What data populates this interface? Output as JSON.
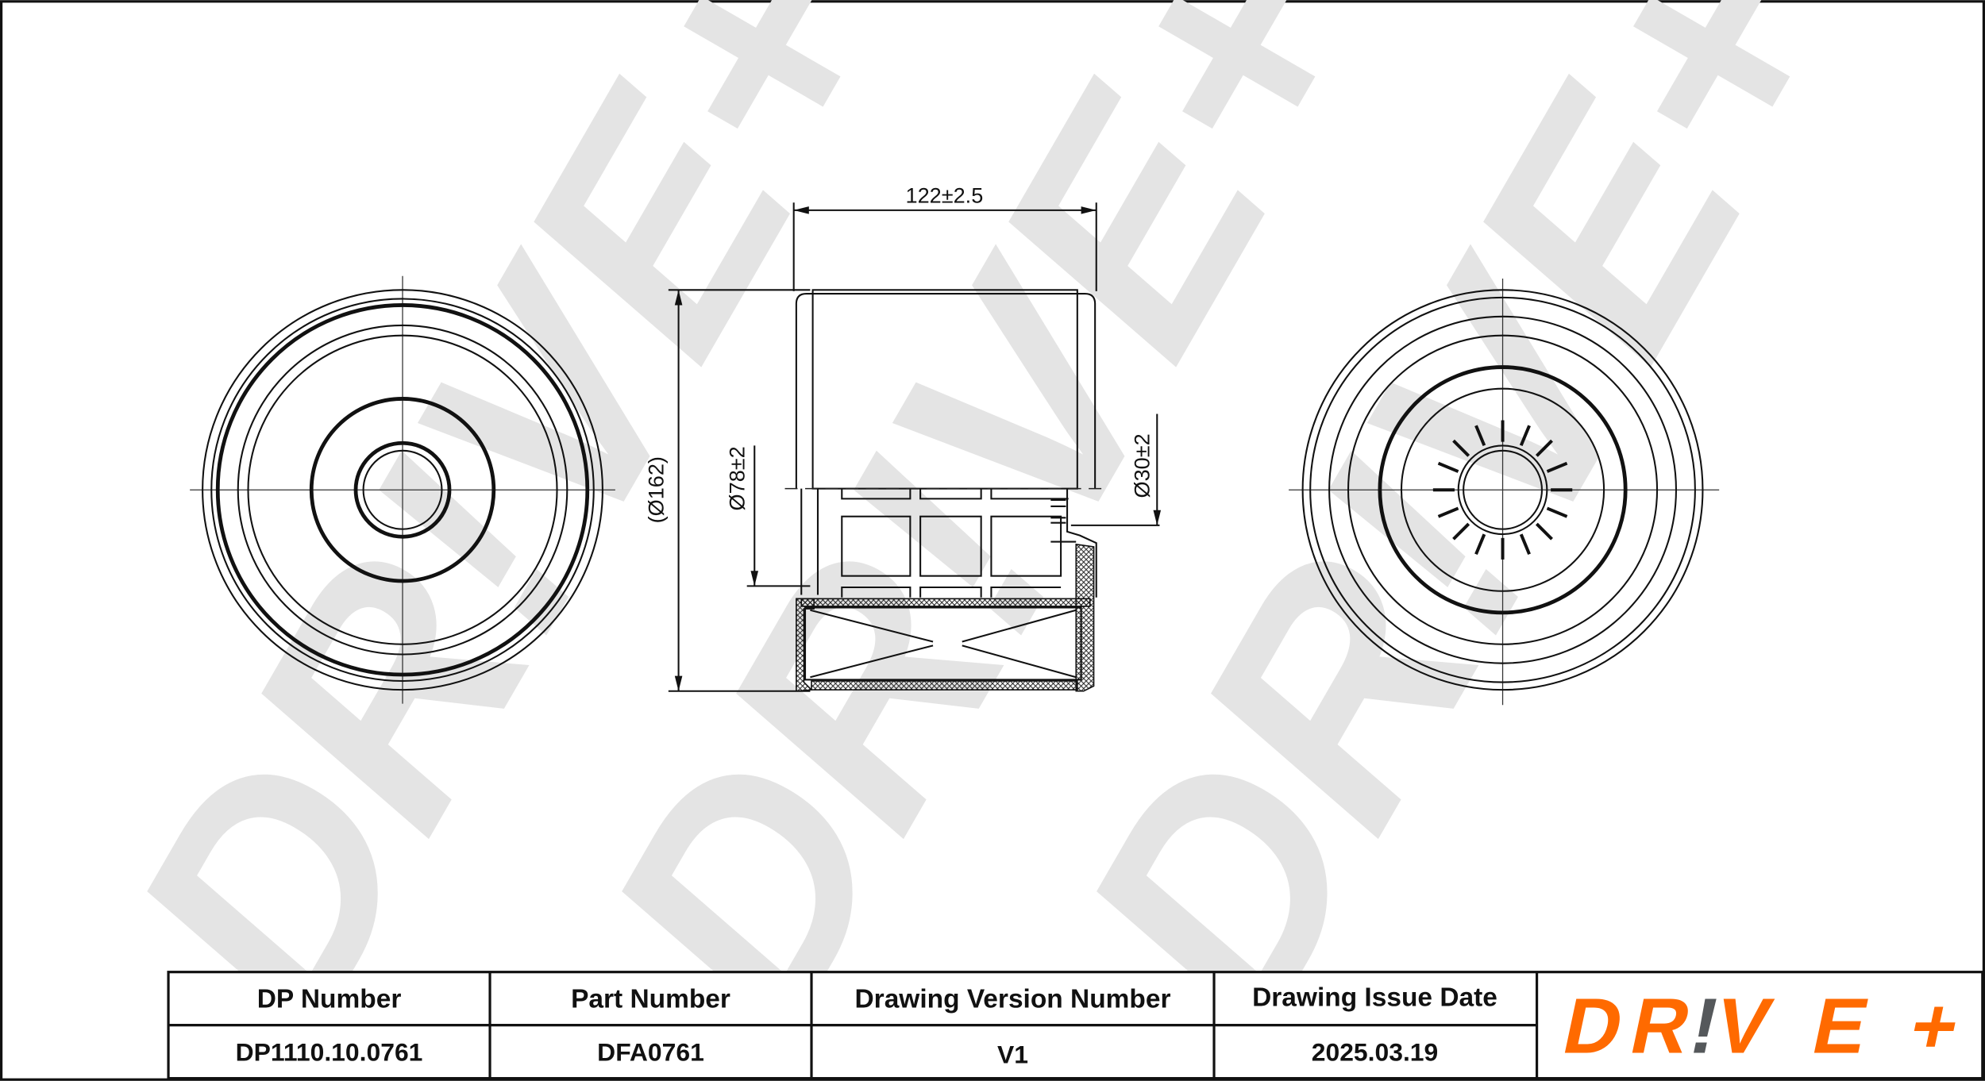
{
  "watermark": "DR!VE+",
  "dimensions": {
    "length": "122±2.5",
    "outer_diameter": "(Ø162)",
    "inner_diameter": "Ø78±2",
    "bore_diameter": "Ø30±2"
  },
  "title_block": {
    "headers": [
      "DP Number",
      "Part Number",
      "Drawing Version Number",
      "Drawing Issue Date"
    ],
    "values": [
      "DP1110.10.0761",
      "DFA0761",
      "V1",
      "2025.03.19"
    ]
  },
  "logo": {
    "text": "DR!VE+",
    "orange": "#ff6a00",
    "gray": "#55585b"
  }
}
